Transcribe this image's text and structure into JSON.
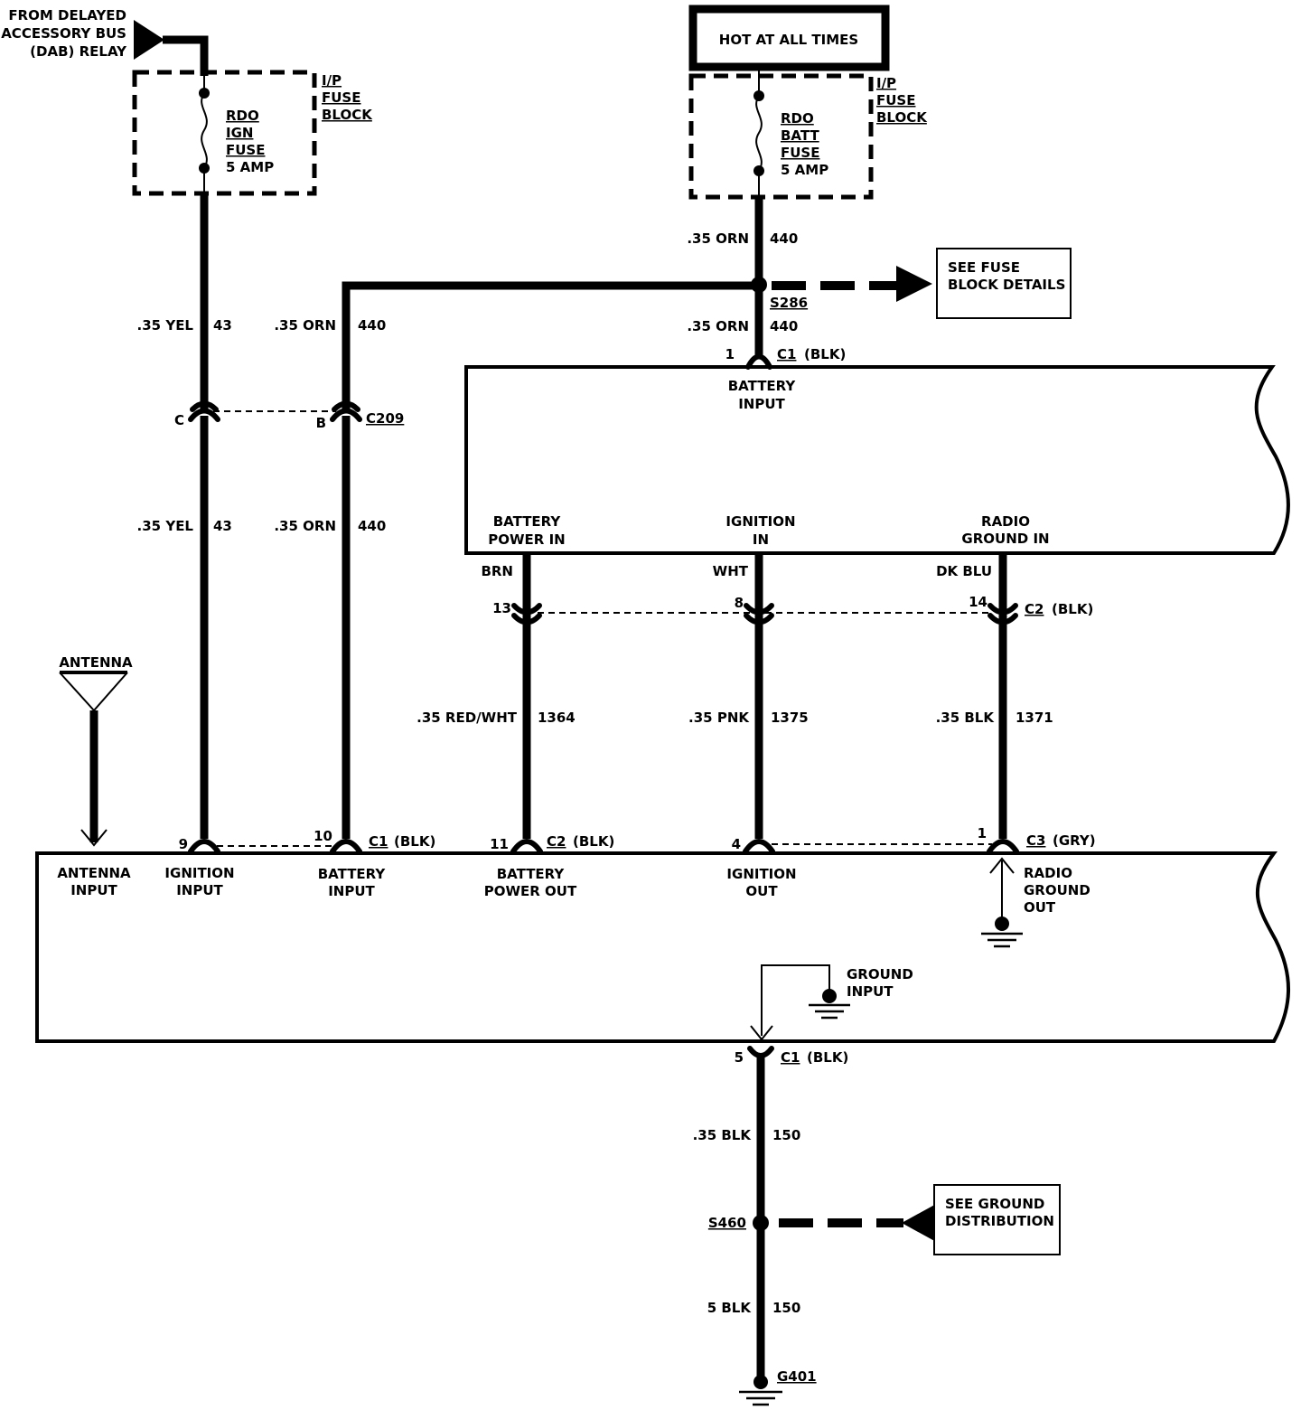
{
  "source": {
    "dab_relay": [
      "FROM DELAYED",
      "ACCESSORY BUS",
      "(DAB) RELAY"
    ],
    "hot_at_all_times": "HOT AT ALL TIMES"
  },
  "fuse_blocks": {
    "ign": {
      "block_label": [
        "I/P",
        "FUSE",
        "BLOCK"
      ],
      "fuse_label": [
        "RDO",
        "IGN",
        "FUSE",
        "5 AMP"
      ]
    },
    "batt": {
      "block_label": [
        "I/P",
        "FUSE",
        "BLOCK"
      ],
      "fuse_label": [
        "RDO",
        "BATT",
        "FUSE",
        "5 AMP"
      ]
    }
  },
  "wires": {
    "yel_43_upper": {
      "gauge_color": ".35 YEL",
      "circuit": "43"
    },
    "orn_440_upper": {
      "gauge_color": ".35 ORN",
      "circuit": "440"
    },
    "orn_440_fuse_out": {
      "gauge_color": ".35 ORN",
      "circuit": "440"
    },
    "orn_440_to_module": {
      "gauge_color": ".35 ORN",
      "circuit": "440"
    },
    "yel_43_lower": {
      "gauge_color": ".35 YEL",
      "circuit": "43"
    },
    "orn_440_lower": {
      "gauge_color": ".35 ORN",
      "circuit": "440"
    },
    "brn": {
      "gauge_color": "BRN"
    },
    "wht": {
      "gauge_color": "WHT"
    },
    "dk_blu": {
      "gauge_color": "DK BLU"
    },
    "red_wht_1364": {
      "gauge_color": ".35 RED/WHT",
      "circuit": "1364"
    },
    "pnk_1375": {
      "gauge_color": ".35 PNK",
      "circuit": "1375"
    },
    "blk_1371": {
      "gauge_color": ".35 BLK",
      "circuit": "1371"
    },
    "blk_150_upper": {
      "gauge_color": ".35 BLK",
      "circuit": "150"
    },
    "blk_150_lower": {
      "gauge_color": "5 BLK",
      "circuit": "150"
    }
  },
  "splices": {
    "s286": "S286",
    "s460": "S460",
    "g401": "G401"
  },
  "references": {
    "fuse_block_details": [
      "SEE FUSE",
      "BLOCK DETAILS"
    ],
    "ground_distribution": [
      "SEE GROUND",
      "DISTRIBUTION"
    ]
  },
  "connectors": {
    "upper_c1": {
      "pin": "1",
      "name": "C1",
      "color": "(BLK)"
    },
    "c209": {
      "pin_c": "C",
      "pin_b": "B",
      "name": "C209"
    },
    "upper_c2": {
      "pin_13": "13",
      "pin_8": "8",
      "pin_14": "14",
      "name": "C2",
      "color": "(BLK)"
    },
    "radio_row": {
      "pin_9": "9",
      "pin_10": "10",
      "c1_name": "C1",
      "c1_color": "(BLK)",
      "pin_11": "11",
      "c2_name": "C2",
      "c2_color": "(BLK)",
      "pin_4": "4",
      "pin_1": "1",
      "c3_name": "C3",
      "c3_color": "(GRY)"
    },
    "bottom_c1": {
      "pin": "5",
      "name": "C1",
      "color": "(BLK)"
    }
  },
  "upper_module": {
    "battery_input": [
      "BATTERY",
      "INPUT"
    ],
    "battery_power_in": [
      "BATTERY",
      "POWER IN"
    ],
    "ignition_in": [
      "IGNITION",
      "IN"
    ],
    "radio_ground_in": [
      "RADIO",
      "GROUND IN"
    ]
  },
  "radio_module": {
    "antenna": "ANTENNA",
    "antenna_input": [
      "ANTENNA",
      "INPUT"
    ],
    "ignition_input": [
      "IGNITION",
      "INPUT"
    ],
    "battery_input": [
      "BATTERY",
      "INPUT"
    ],
    "battery_power_out": [
      "BATTERY",
      "POWER OUT"
    ],
    "ignition_out": [
      "IGNITION",
      "OUT"
    ],
    "radio_ground_out": [
      "RADIO",
      "GROUND",
      "OUT"
    ],
    "ground_input": [
      "GROUND",
      "INPUT"
    ]
  }
}
